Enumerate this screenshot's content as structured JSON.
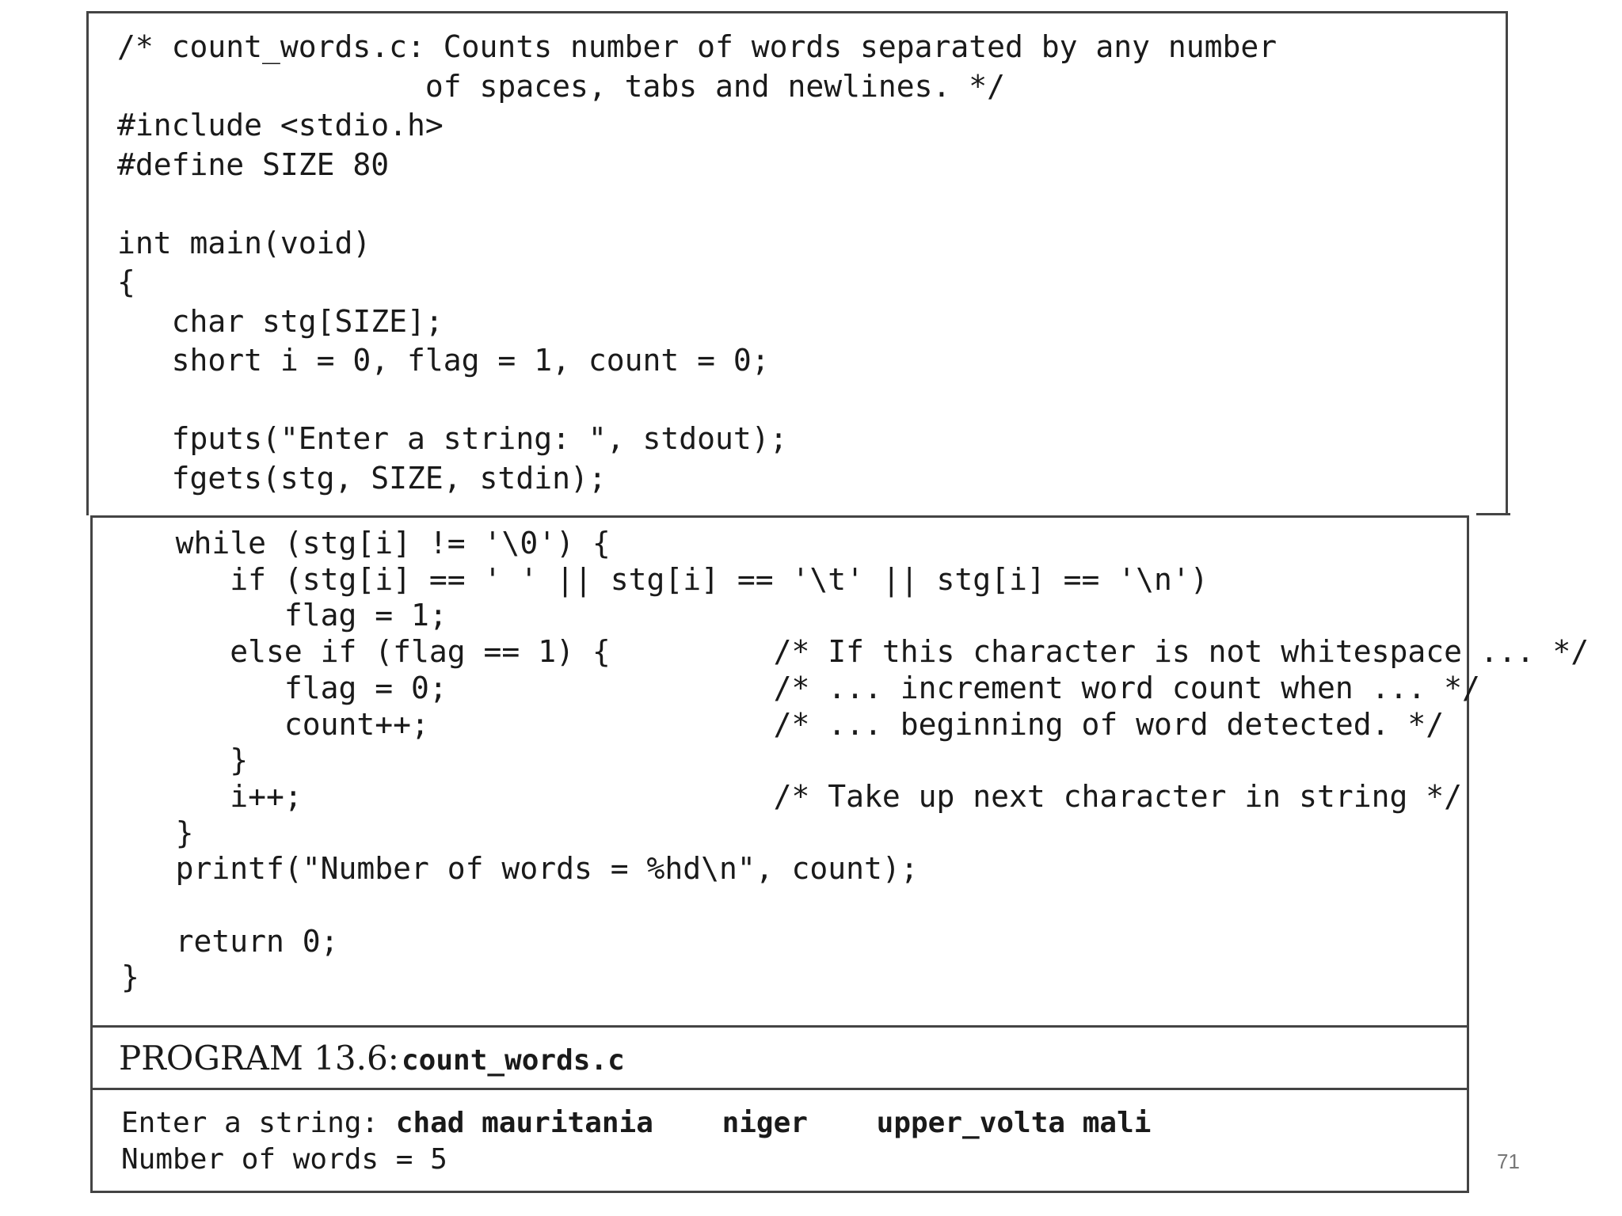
{
  "program_code_top": "/* count_words.c: Counts number of words separated by any number\n                 of spaces, tabs and newlines. */\n#include <stdio.h>\n#define SIZE 80\n\nint main(void)\n{\n   char stg[SIZE];\n   short i = 0, flag = 1, count = 0;\n\n   fputs(\"Enter a string: \", stdout);\n   fgets(stg, SIZE, stdin);",
  "program_code_bottom": "   while (stg[i] != '\\0') {\n      if (stg[i] == ' ' || stg[i] == '\\t' || stg[i] == '\\n')\n         flag = 1;\n      else if (flag == 1) {         /* If this character is not whitespace ... */\n         flag = 0;                  /* ... increment word count when ... */\n         count++;                   /* ... beginning of word detected. */\n      }\n      i++;                          /* Take up next character in string */\n   }\n   printf(\"Number of words = %hd\\n\", count);\n\n   return 0;\n}",
  "caption": {
    "label": "PROGRAM 13.6:",
    "filename": "count_words.c"
  },
  "output": {
    "prompt": "Enter a string: ",
    "input": "chad mauritania    niger    upper_volta mali",
    "result": "Number of words = 5"
  },
  "page_number": "71"
}
